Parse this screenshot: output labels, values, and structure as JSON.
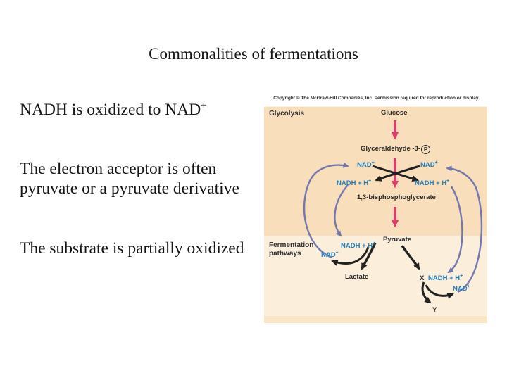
{
  "slide": {
    "title": "Commonalities of fermentations",
    "bullets": {
      "b1_text": "NADH is oxidized to NAD",
      "b1_sup": "+",
      "b2_line1": "The electron acceptor is often",
      "b2_line2": "pyruvate or a pyruvate derivative",
      "b3_text": "The substrate is partially oxidized"
    }
  },
  "figure": {
    "copyright": "Copyright © The McGraw-Hill Companies, Inc. Permission required for reproduction or display.",
    "section_glycolysis": "Glycolysis",
    "section_fermentation_line1": "Fermentation",
    "section_fermentation_line2": "pathways",
    "nodes": {
      "glucose": "Glucose",
      "g3p_text": "Glyceraldehyde -3-",
      "phosphate_symbol": "P",
      "bpg": "1,3-bisphosphoglycerate",
      "pyruvate": "Pyruvate",
      "lactate": "Lactate",
      "x_node": "X",
      "y_node": "Y"
    },
    "cofactors": {
      "nad_text": "NAD",
      "nad_sup": "+",
      "nadh_text": "NADH + H",
      "nadh_sup": "+"
    },
    "colors": {
      "glycolysis_band": "#f8deba",
      "fermentation_band": "#fbefdc",
      "footer_band": "#f9e6c7",
      "main_pathway_arrow": "#e03a68",
      "reaction_arrow": "#222222",
      "recycle_arrow": "#7478af",
      "cofactor_text": "#2080c0"
    }
  }
}
